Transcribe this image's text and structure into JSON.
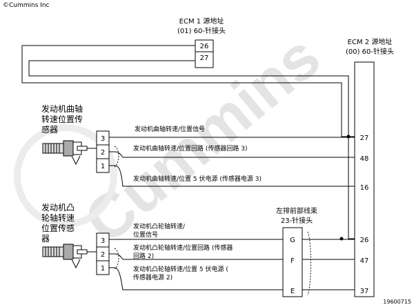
{
  "copyright": "©Cummins Inc",
  "watermark": "Cummins",
  "figure_id": "19600715",
  "ecm1": {
    "title_line1": "ECM 1 源地址",
    "title_line2": "(01) 60-针接头",
    "pins": [
      "26",
      "27"
    ]
  },
  "ecm2": {
    "title_line1": "ECM 2 源地址",
    "title_line2": "(00) 60-针接头",
    "pins": [
      "27",
      "48",
      "16",
      "26",
      "47",
      "37"
    ]
  },
  "crank_sensor": {
    "label_lines": [
      "发动机曲轴",
      "转速位置传",
      "感器"
    ],
    "pins": [
      "3",
      "2",
      "1"
    ],
    "wires": [
      {
        "lines": [
          "发动机曲轴转速/位置信号"
        ]
      },
      {
        "lines": [
          "发动机曲轴转速/位置回路 (传感器回路 3)"
        ]
      },
      {
        "lines": [
          "发动机曲轴转速/位置 5 伏电源 (传感器电源 3)"
        ]
      }
    ]
  },
  "cam_sensor": {
    "label_lines": [
      "发动机凸",
      "轮轴转速",
      "位置传感",
      "器"
    ],
    "pins": [
      "3",
      "2",
      "1"
    ],
    "wires": [
      {
        "lines": [
          "发动机凸轮轴转速/",
          "位置信号"
        ]
      },
      {
        "lines": [
          "发动机凸轮轴转速/位置回路 (传感器",
          "回路 2)"
        ]
      },
      {
        "lines": [
          "发动机凸轮轴转速/位置 5 伏电源 (",
          "传感器电源 2)"
        ]
      }
    ]
  },
  "harness": {
    "title_line1": "左排前部线束",
    "title_line2": "23-针接头",
    "pins": [
      "G",
      "F",
      "E"
    ]
  },
  "colors": {
    "line": "#000000",
    "watermark": "#e4e4e4"
  }
}
